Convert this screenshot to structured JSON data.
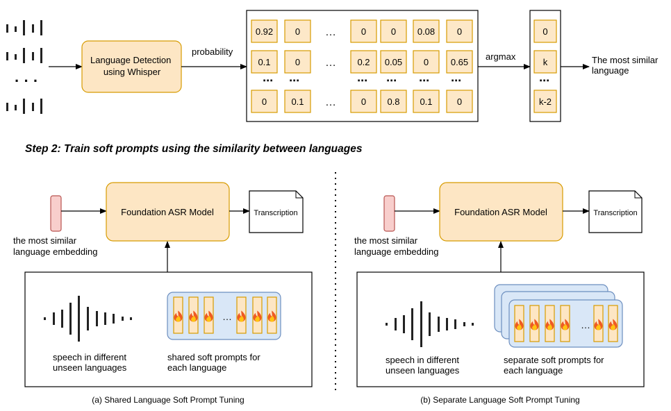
{
  "top": {
    "detector_label": [
      "Language Detection",
      "using Whisper"
    ],
    "edge_probability": "probability",
    "edge_argmax": "argmax",
    "matrix_rows": [
      [
        "0.92",
        "0",
        "0",
        "0",
        "0.08",
        "0"
      ],
      [
        "0.1",
        "0",
        "0.2",
        "0.05",
        "0",
        "0.65"
      ],
      [
        "0",
        "0.1",
        "0",
        "0.8",
        "0.1",
        "0"
      ]
    ],
    "result_cells": [
      "0",
      "k",
      "k-2"
    ],
    "output_label": [
      "The most similar",
      "language"
    ],
    "ellipsis": "…",
    "vdots": "⋯"
  },
  "step2_title": "Step 2:  Train soft prompts using the similarity between languages",
  "panels": [
    {
      "asr_label": "Foundation ASR Model",
      "transcription": "Transcription",
      "embedding_label": [
        "the most similar",
        "language embedding"
      ],
      "speech_label": [
        "speech in different",
        "unseen languages"
      ],
      "prompts_label": [
        "shared soft prompts  for",
        "each language"
      ],
      "caption": "(a) Shared Language Soft Prompt Tuning"
    },
    {
      "asr_label": "Foundation ASR Model",
      "transcription": "Transcription",
      "embedding_label": [
        "the most similar",
        "language embedding"
      ],
      "speech_label": [
        "speech in different",
        "unseen languages"
      ],
      "prompts_label": [
        "separate soft prompts for",
        "each language"
      ],
      "caption": "(b) Separate Language Soft Prompt Tuning"
    }
  ],
  "colors": {
    "orange_fill": "#fde6c4",
    "orange_stroke": "#d79b00",
    "blue_fill": "#d9e7f7",
    "blue_stroke": "#6c8ebf",
    "embedding_fill": "#f8cecc",
    "embedding_stroke": "#b85450"
  },
  "icons": {
    "prompt_token": "fire-icon",
    "audio": "waveform-icon"
  }
}
